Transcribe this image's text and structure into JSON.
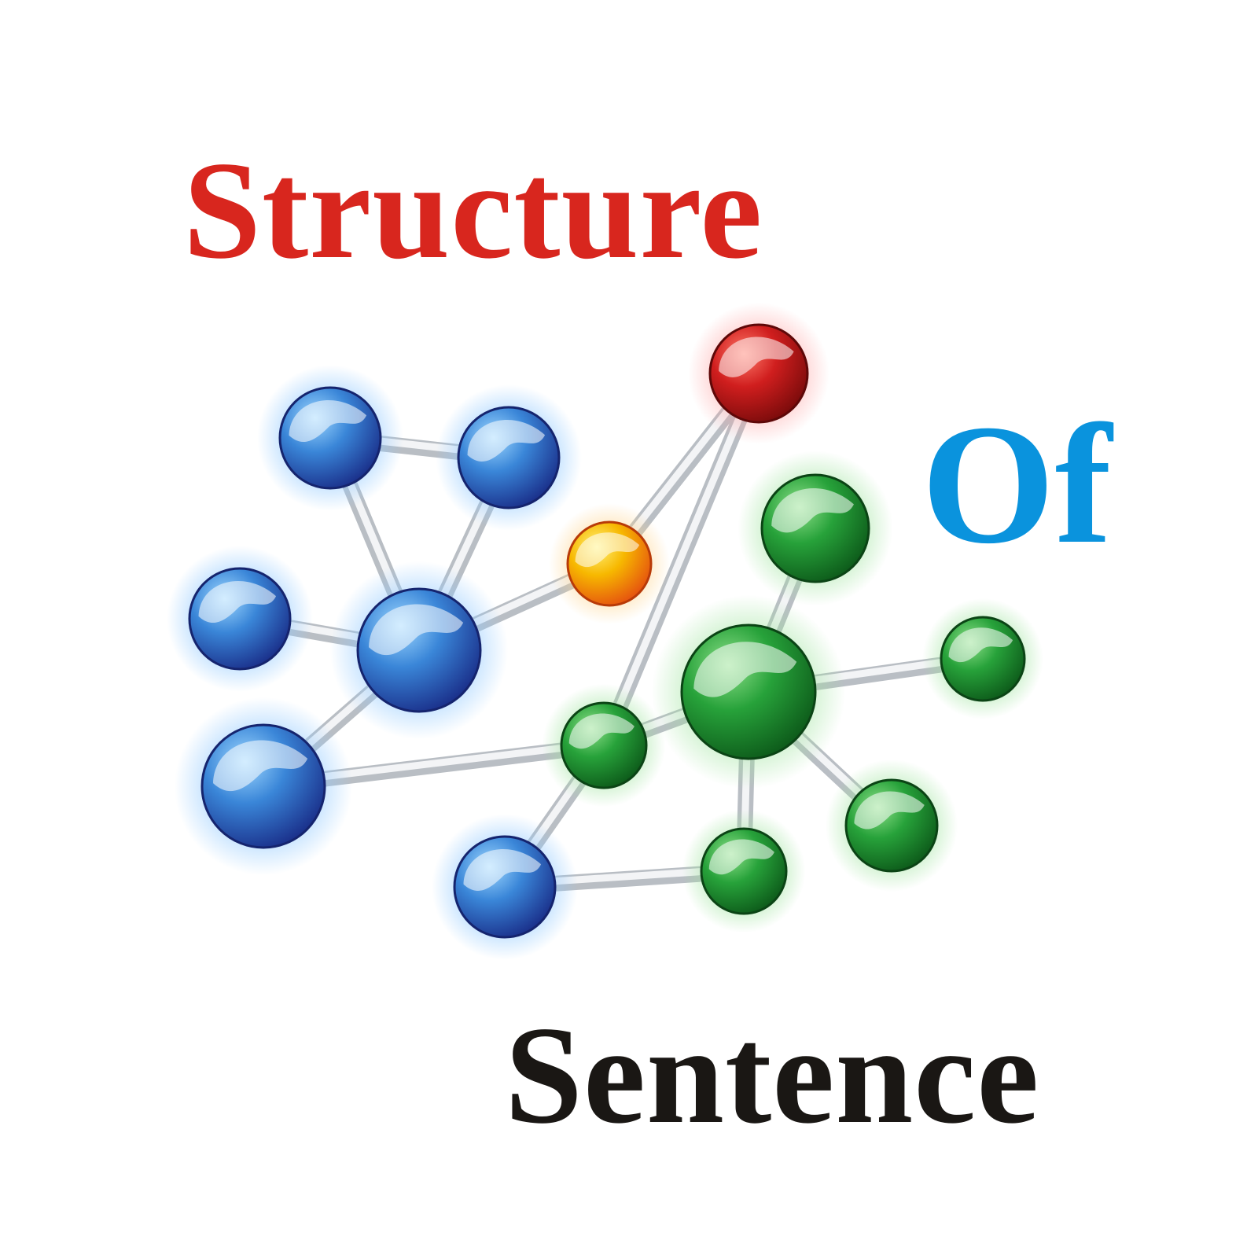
{
  "title": {
    "line1": "Structure",
    "line2": "Of",
    "line3": "Sentence"
  },
  "colors": {
    "structure": "#d8261e",
    "of": "#0a93dd",
    "sentence": "#1a1714",
    "blue_node": "#2f6cc4",
    "green_node": "#1f8a2d",
    "red_node": "#c8191e",
    "orange_node": "#f6a800",
    "link": "#d9dde1"
  },
  "illustration": {
    "icon": "molecule-network-icon",
    "node_colors": [
      "blue",
      "blue",
      "blue",
      "blue",
      "blue",
      "blue",
      "orange",
      "red",
      "green",
      "green",
      "green",
      "green",
      "green",
      "green"
    ]
  }
}
